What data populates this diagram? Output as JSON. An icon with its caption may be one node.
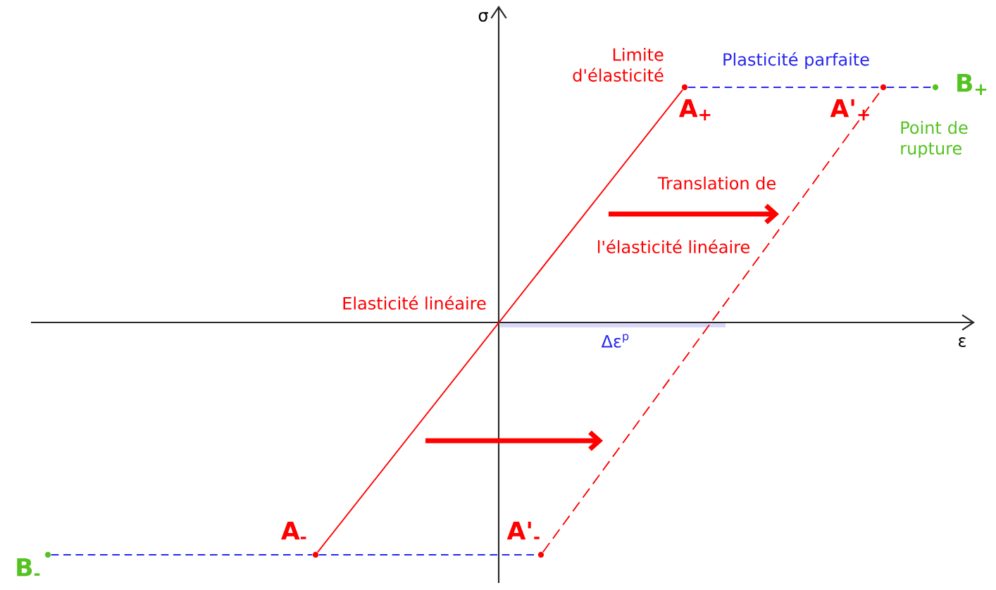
{
  "diagram": {
    "nodes": [
      {
        "text": [
          "A$_{+}$"
        ],
        "beside": [
          "Limite d'élasticité"
        ]
      },
      {
        "text": [
          "A'$_{+}$"
        ]
      },
      {
        "text": [
          "B$_{+}$"
        ],
        "beside": [
          "Point de rupture"
        ]
      },
      {
        "text": [
          "A$_{-}$"
        ]
      },
      {
        "text": [
          "A'$_{-}$"
        ]
      },
      {
        "text": [
          "B$_{-}$"
        ]
      }
    ],
    "edges": [
      {
        "from": 3,
        "to": 0,
        "arrow": "none",
        "color": "#ff0000"
      },
      {
        "from": 4,
        "to": 1,
        "arrow": "none",
        "style": "dashed",
        "color": "#ff0000"
      },
      {
        "from": 0,
        "to": 1,
        "arrow": "none",
        "style": "dashed"
      },
      {
        "from": 1,
        "to": 2,
        "arrow": "none",
        "style": "dashed"
      },
      {
        "from": 5,
        "to": 3,
        "arrow": "none",
        "style": "dashed"
      },
      {
        "from": 3,
        "to": 4,
        "arrow": "none",
        "style": "dashed"
      }
    ],
    "labels": [
      "σ",
      "Plasticité parfaite",
      "Translation de",
      "l'élasticité linéaire",
      "Elasticité linéaire",
      "ε",
      "Δε$^{p}$"
    ]
  }
}
